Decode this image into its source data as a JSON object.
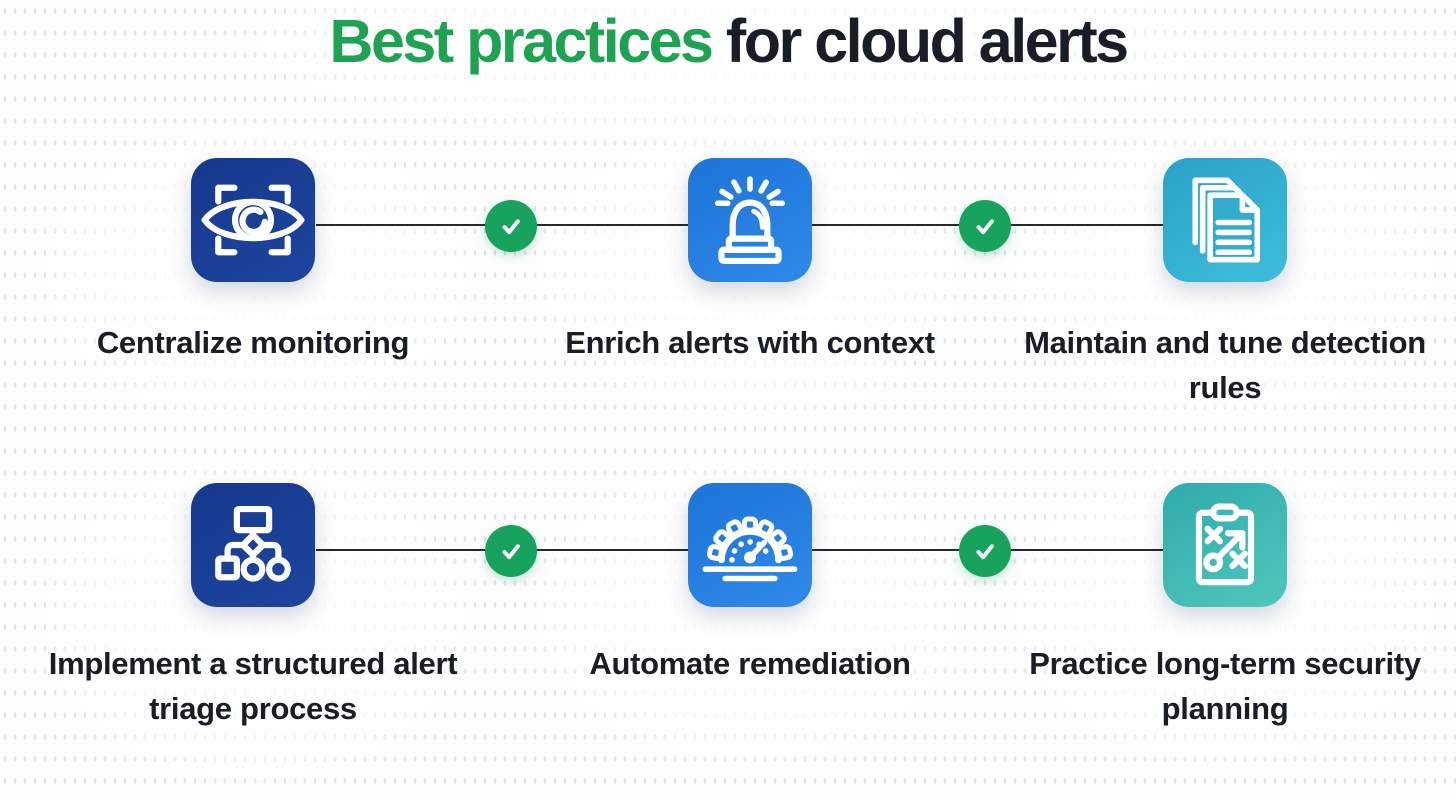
{
  "title": {
    "highlight": "Best practices",
    "rest": " for cloud alerts"
  },
  "palette": {
    "title_green": "#1ea352",
    "ink": "#191d27",
    "line": "#26262b",
    "check_green": "#17a35d",
    "check_mark": "#ffffff",
    "background": "#fdfdfe",
    "dot": "#e1e1e7"
  },
  "connector": {
    "checkmark_icon": "check-icon",
    "check_count": 4
  },
  "items": [
    {
      "label": "Centralize monitoring",
      "icon": "eye-scan-icon",
      "tile_gradient": [
        "#16398d",
        "#1d45a0"
      ],
      "tile_fill": "#193e95"
    },
    {
      "label": "Enrich alerts with context",
      "icon": "siren-icon",
      "tile_gradient": [
        "#1d74d8",
        "#2f8ae8"
      ],
      "tile_fill": "#2379dd"
    },
    {
      "label": "Maintain and tune detection rules",
      "icon": "documents-icon",
      "tile_gradient": [
        "#2aa2c8",
        "#3fbcdb"
      ],
      "tile_fill": "#31abce"
    },
    {
      "label": "Implement a structured alert triage process",
      "icon": "flowchart-icon",
      "tile_gradient": [
        "#16398d",
        "#1d45a0"
      ],
      "tile_fill": "#193e95"
    },
    {
      "label": "Automate remediation",
      "icon": "gauge-icon",
      "tile_gradient": [
        "#1d74d8",
        "#2f8ae8"
      ],
      "tile_fill": "#2379dd"
    },
    {
      "label": "Practice long-term security planning",
      "icon": "strategy-clipboard-icon",
      "tile_gradient": [
        "#2fabac",
        "#4fc7bb"
      ],
      "tile_fill": "#3bb7b3"
    }
  ]
}
